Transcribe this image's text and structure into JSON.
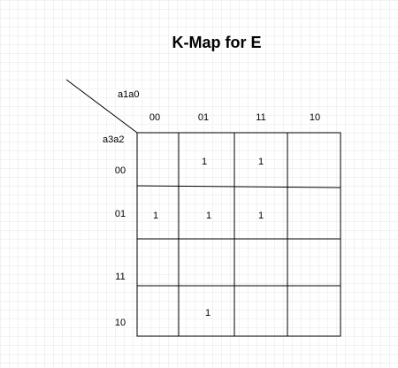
{
  "title": "K-Map for  E",
  "col_variables": "a1a0",
  "row_variables": "a3a2",
  "columns": [
    "00",
    "01",
    "11",
    "10"
  ],
  "rows": [
    "00",
    "01",
    "11",
    "10"
  ],
  "cells": [
    [
      "",
      "1",
      "1",
      ""
    ],
    [
      "1",
      "1",
      "1",
      ""
    ],
    [
      "",
      "",
      "",
      ""
    ],
    [
      "",
      "1",
      "",
      ""
    ]
  ]
}
